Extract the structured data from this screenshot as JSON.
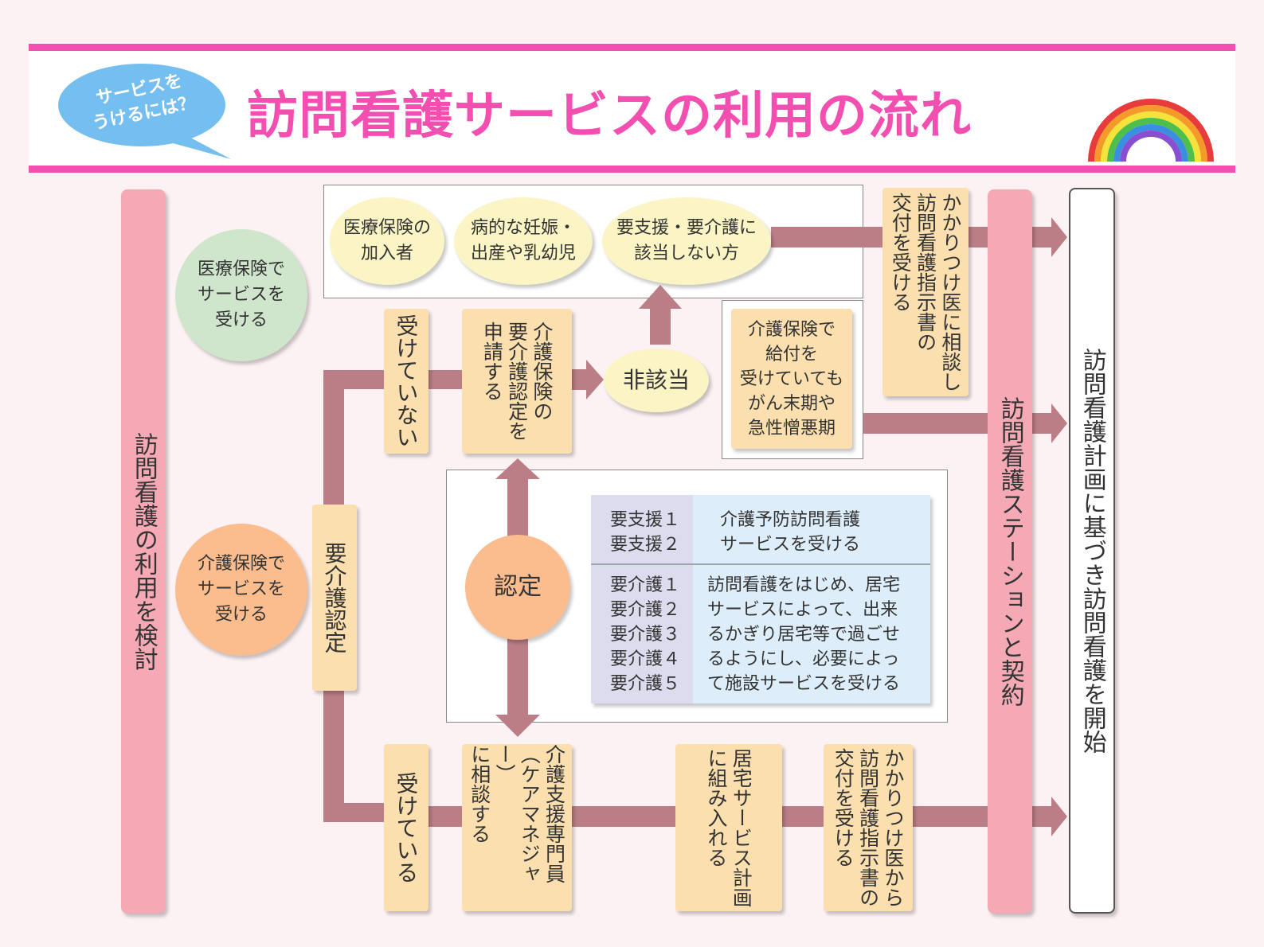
{
  "header": {
    "title": "訪問看護サービスの利用の流れ",
    "bubble_line1": "サービスを",
    "bubble_line2": "うけるには？"
  },
  "colors": {
    "accent_pink": "#f24fb0",
    "bar_pink": "#f5a9b5",
    "arrow": "#bb7e86",
    "box": "#fbdfae",
    "bubble_blue": "#74bff0"
  },
  "diagram": {
    "left_bar": "訪問看護の利用を検討",
    "circle_medical": "医療保険で\nサービスを\n受ける",
    "circle_care": "介護保険で\nサービスを\n受ける",
    "youkaigo_nintei": "要介護認定",
    "not_received": "受けていない",
    "received": "受けている",
    "apply_box": "介護保険の\n要介護認定を\n申請する",
    "higaitou": "非該当",
    "nintei": "認定",
    "oval_insured": "医療保険の\n加入者",
    "oval_pregnancy": "病的な妊娠・\n出産や乳幼児",
    "oval_not_applicable": "要支援・要介護に\n該当しない方",
    "kaigo_benefit_box": "介護保険で\n給付を\n受けていても\nがん末期や\n急性憎悪期",
    "doctor_consult_top": "かかりつけ医に相談し\n訪問看護指示書の\n交付を受ける",
    "care_manager_box": "介護支援専門員\n（ケアマネジャー）\nに相談する",
    "service_plan_box": "居宅サービス計画\nに組み入れる",
    "doctor_bottom": "かかりつけ医から\n訪問看護指示書の\n交付を受ける",
    "station_bar": "訪問看護ステーションと契約",
    "start_bar": "訪問看護計画に基づき訪問看護を開始",
    "support_levels": "要支援１\n要支援２",
    "support_desc": "介護予防訪問看護\nサービスを受ける",
    "care_levels": "要介護１\n要介護２\n要介護３\n要介護４\n要介護５",
    "care_desc": "訪問看護をはじめ、居宅\nサービスによって、出来\nるかぎり居宅等で過ごせ\nるようにし、必要によっ\nて施設サービスを受ける"
  }
}
